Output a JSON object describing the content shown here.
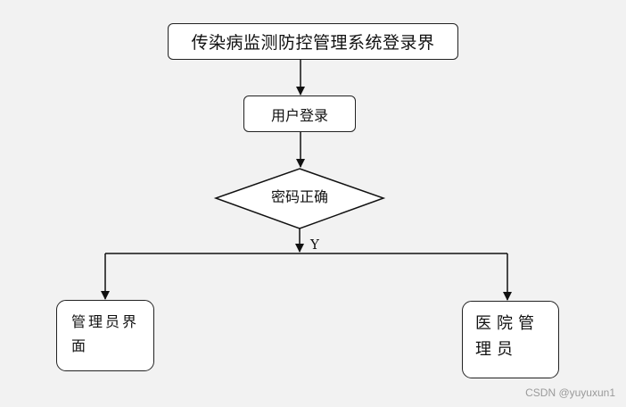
{
  "nodes": {
    "title": "传染病监测防控管理系统登录界",
    "login": "用户登录",
    "decision": "密码正确",
    "admin": "管理员界面",
    "hospital": "医院管理员"
  },
  "edges": {
    "yes_label": "Y"
  },
  "watermark": "CSDN @yuyuxun1"
}
